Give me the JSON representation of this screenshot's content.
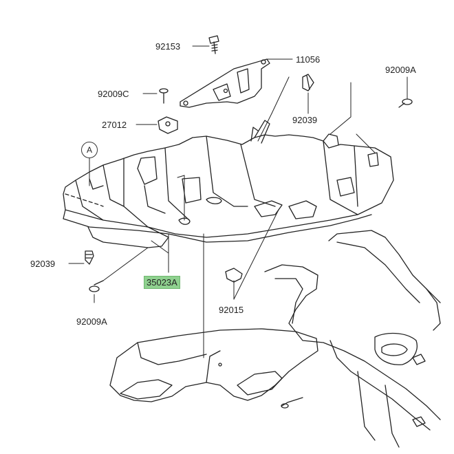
{
  "labels": {
    "p92153": "92153",
    "p11056": "11056",
    "p92009A_top": "92009A",
    "p92009C": "92009C",
    "p92039_top": "92039",
    "p27012": "27012",
    "ref_A": "A",
    "p92039_left": "92039",
    "p35023A": "35023A",
    "p92009A_bottom": "92009A",
    "p92015": "92015"
  },
  "colors": {
    "highlight": "#8fd18f",
    "line": "#222222"
  }
}
